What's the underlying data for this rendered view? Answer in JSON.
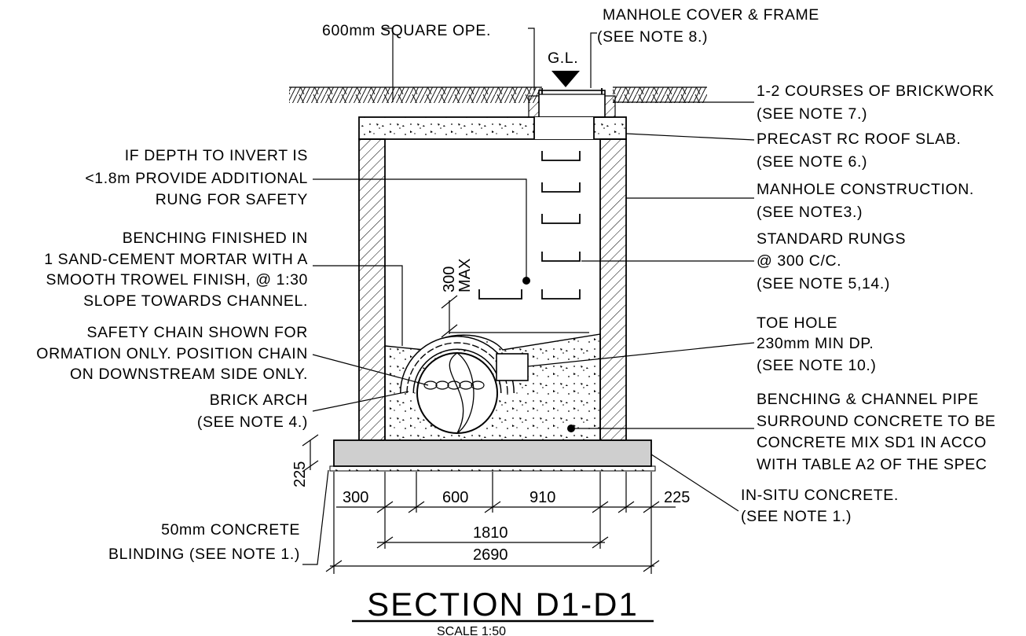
{
  "drawing": {
    "title": "SECTION D1-D1",
    "scale": "SCALE 1:50",
    "ground_level": "G.L."
  },
  "labels": {
    "opening": "600mm SQUARE OPE.",
    "cover_1": "MANHOLE COVER & FRAME",
    "cover_2": "(SEE NOTE 8.)",
    "brick_1": "1-2 COURSES OF BRICKWORK",
    "brick_2": "(SEE NOTE 7.)",
    "roof_1": "PRECAST RC ROOF SLAB.",
    "roof_2": "(SEE NOTE 6.)",
    "constr_1": "MANHOLE CONSTRUCTION.",
    "constr_2": "(SEE NOTE3.)",
    "rungs_1": "STANDARD RUNGS",
    "rungs_2": "@ 300 C/C.",
    "rungs_3": "(SEE NOTE 5,14.)",
    "toe_1": "TOE HOLE",
    "toe_2": "230mm MIN DP.",
    "toe_3": "(SEE NOTE 10.)",
    "bench_conc_1": "BENCHING & CHANNEL PIPE",
    "bench_conc_2": "SURROUND CONCRETE TO BE",
    "bench_conc_3": "CONCRETE MIX SD1 IN ACCO",
    "bench_conc_4": "WITH TABLE A2 OF THE SPEC",
    "insitu_1": "IN-SITU CONCRETE.",
    "insitu_2": "(SEE NOTE 1.)",
    "depth_1": "IF DEPTH TO INVERT IS",
    "depth_2": "<1.8m PROVIDE ADDITIONAL",
    "depth_3": "RUNG FOR SAFETY",
    "benching_1": "BENCHING FINISHED IN",
    "benching_2": "1 SAND-CEMENT MORTAR WITH A",
    "benching_3": "SMOOTH TROWEL FINISH, @ 1:30",
    "benching_4": "SLOPE TOWARDS CHANNEL.",
    "chain_1": "SAFETY CHAIN SHOWN FOR",
    "chain_2": "ORMATION ONLY. POSITION CHAIN",
    "chain_3": "ON DOWNSTREAM SIDE ONLY.",
    "arch_1": "BRICK ARCH",
    "arch_2": "(SEE NOTE 4.)",
    "blinding_1": "50mm CONCRETE",
    "blinding_2": "BLINDING (SEE NOTE 1.)"
  },
  "dimensions": {
    "rung_spacing": "300",
    "rung_spacing_max": "MAX",
    "base_thickness": "225",
    "d300": "300",
    "d600": "600",
    "d910": "910",
    "d225": "225",
    "d1810": "1810",
    "d2690": "2690"
  }
}
